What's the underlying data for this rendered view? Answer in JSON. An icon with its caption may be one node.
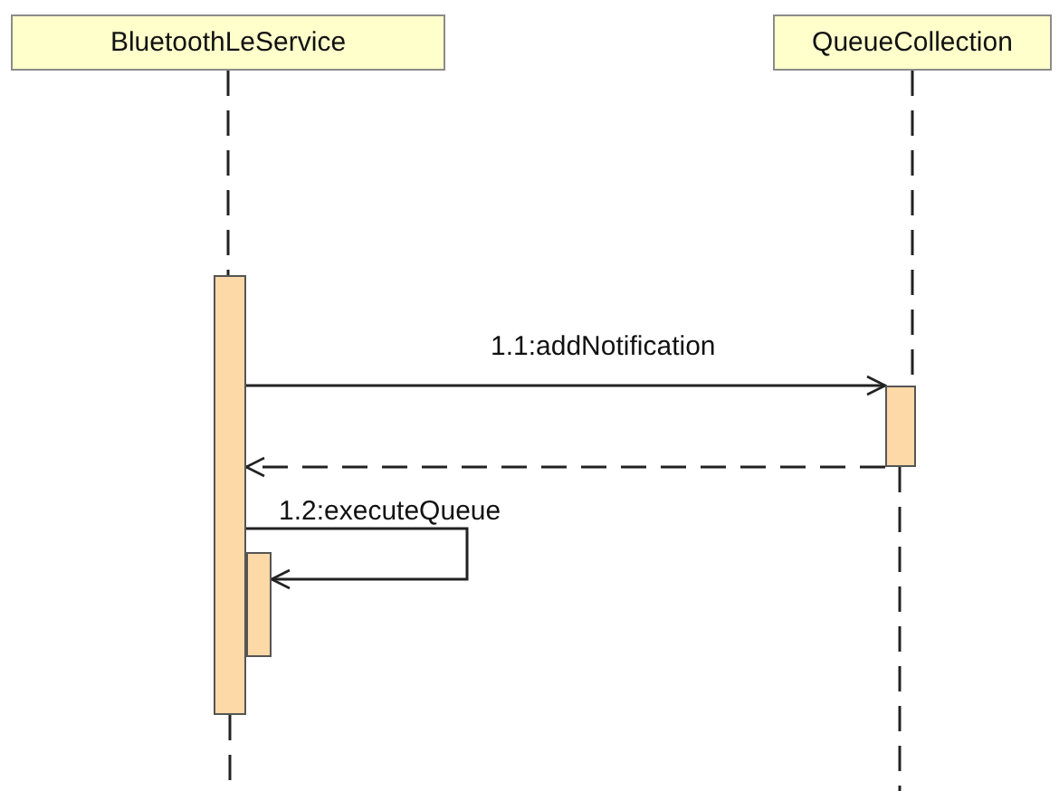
{
  "diagram": {
    "nodes": [
      {
        "text": [
          "BluetoothLeService"
        ]
      },
      {
        "text": [
          "QueueCollection"
        ]
      },
      {
        "text": [],
        "shape": "bar"
      },
      {
        "text": [],
        "shape": "bar"
      },
      {
        "text": [],
        "shape": "bar"
      }
    ],
    "edges": [
      {
        "from": 0,
        "to": 2,
        "arrow": "none",
        "style": "dashed"
      },
      {
        "from": 1,
        "to": 3,
        "arrow": "none",
        "style": "dashed"
      },
      {
        "from": 2,
        "to": 3,
        "arrow": "to",
        "label": "1.1:addNotification"
      },
      {
        "from": 3,
        "to": 2,
        "arrow": "to",
        "style": "dashed"
      },
      {
        "from": 2,
        "to": 4,
        "arrow": "to",
        "label": "1.2:executeQueue"
      }
    ]
  }
}
